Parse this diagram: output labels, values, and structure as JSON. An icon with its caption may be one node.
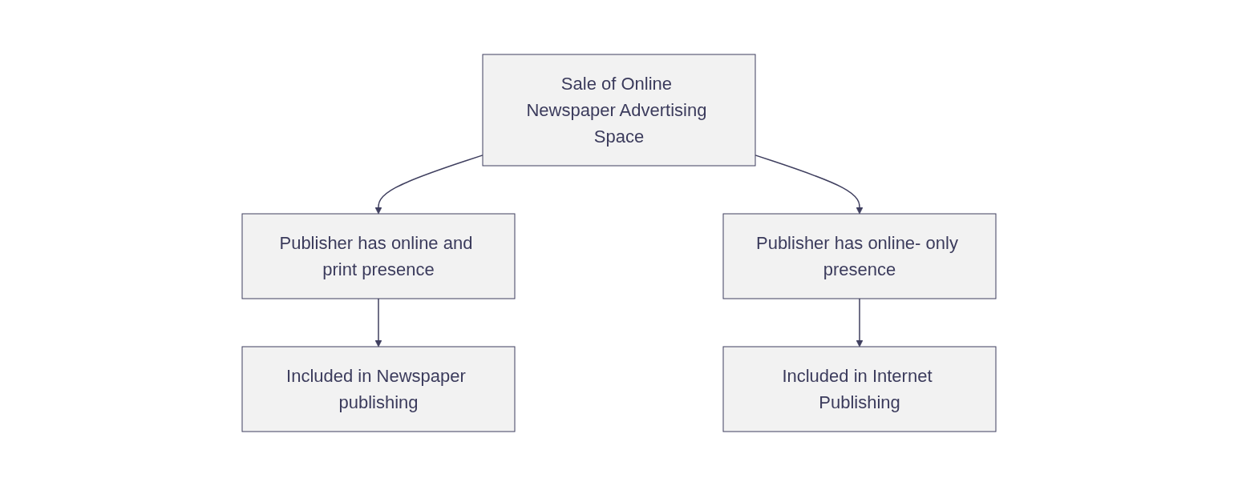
{
  "diagram": {
    "nodes": [
      {
        "text": [
          "Sale of Online Newspaper Advertising Space"
        ]
      },
      {
        "text": [
          "Publisher has online and print presence"
        ]
      },
      {
        "text": [
          "Publisher has online- only presence"
        ]
      },
      {
        "text": [
          "Included in Newspaper publishing"
        ]
      },
      {
        "text": [
          "Included in Internet Publishing"
        ]
      }
    ],
    "edges": [
      {
        "from": 0,
        "to": 1,
        "arrow": "to"
      },
      {
        "from": 0,
        "to": 2,
        "arrow": "to"
      },
      {
        "from": 1,
        "to": 3,
        "arrow": "to"
      },
      {
        "from": 2,
        "to": 4,
        "arrow": "to"
      }
    ]
  }
}
